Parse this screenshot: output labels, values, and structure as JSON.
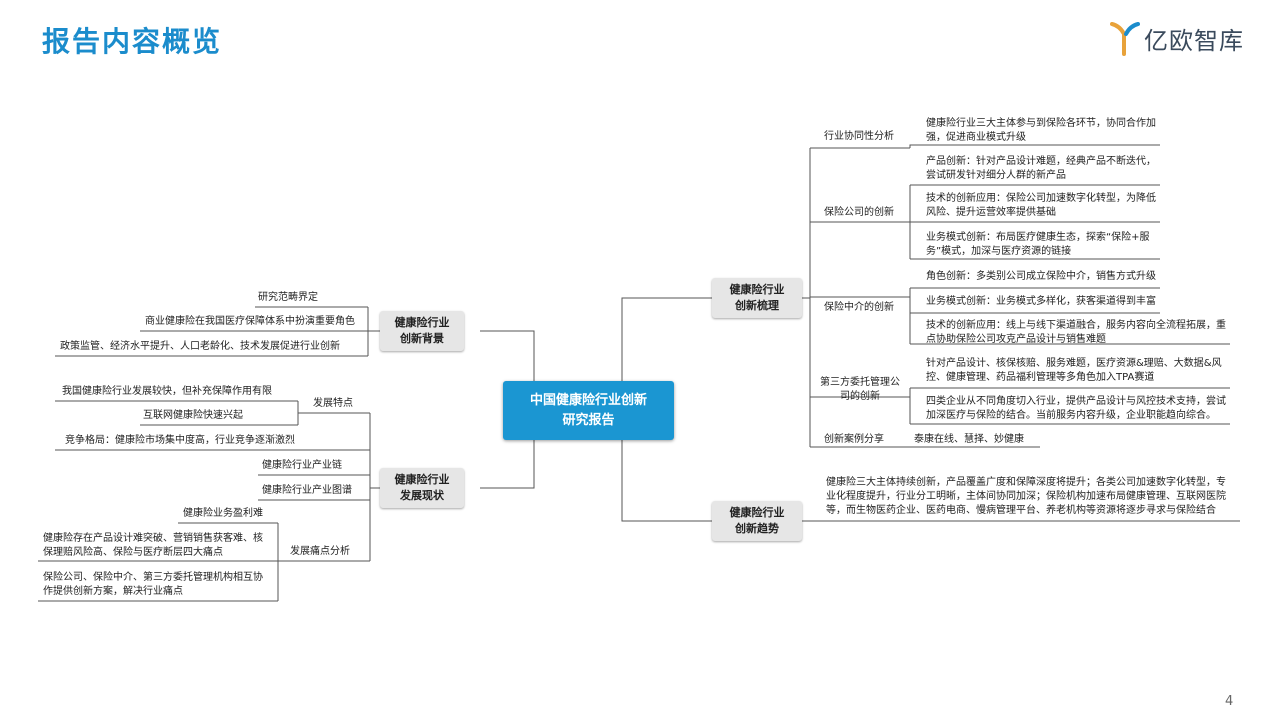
{
  "page": {
    "title": "报告内容概览",
    "logo_text": "亿欧智库",
    "page_number": "4"
  },
  "colors": {
    "title": "#1b8ccc",
    "root_node": "#1b96d2",
    "branch_node": "#e6e6e6"
  },
  "mindmap": {
    "root": "中国健康险行业创新研究报告",
    "left": {
      "background": {
        "label": "健康险行业创新背景",
        "items": [
          "研究范畴界定",
          "商业健康险在我国医疗保障体系中扮演重要角色",
          "政策监管、经济水平提升、人口老龄化、技术发展促进行业创新"
        ]
      },
      "status": {
        "label": "健康险行业发展现状",
        "features": {
          "label": "发展特点",
          "items": [
            "我国健康险行业发展较快，但补充保障作用有限",
            "互联网健康险快速兴起"
          ]
        },
        "competition": "竞争格局：健康险市场集中度高，行业竞争逐渐激烈",
        "chain": "健康险行业产业链",
        "map": "健康险行业产业图谱",
        "pain": {
          "label": "发展痛点分析",
          "items": [
            "健康险业务盈利难",
            "健康险存在产品设计难突破、营销销售获客难、核保理赔风险高、保险与医疗断层四大痛点",
            "保险公司、保险中介、第三方委托管理机构相互协作提供创新方案，解决行业痛点"
          ]
        }
      }
    },
    "right": {
      "innovation": {
        "label": "健康险行业创新梳理",
        "synergy": {
          "label": "行业协同性分析",
          "items": [
            "健康险行业三大主体参与到保险各环节，协同合作加强，促进商业模式升级"
          ]
        },
        "insurer": {
          "label": "保险公司的创新",
          "items": [
            "产品创新：针对产品设计难题，经典产品不断迭代，尝试研发针对细分人群的新产品",
            "技术的创新应用：保险公司加速数字化转型，为降低风险、提升运营效率提供基础",
            "业务模式创新：布局医疗健康生态，探索“保险+服务”模式，加深与医疗资源的链接"
          ]
        },
        "intermediary": {
          "label": "保险中介的创新",
          "items": [
            "角色创新：多类别公司成立保险中介，销售方式升级",
            "业务模式创新：业务模式多样化，获客渠道得到丰富",
            "技术的创新应用：线上与线下渠道融合，服务内容向全流程拓展，重点协助保险公司攻克产品设计与销售难题"
          ]
        },
        "tpa": {
          "label": "第三方委托管理公司的创新",
          "items": [
            "针对产品设计、核保核赔、服务难题，医疗资源&理赔、大数据&风控、健康管理、药品福利管理等多角色加入TPA赛道",
            "四类企业从不同角度切入行业，提供产品设计与风控技术支持，尝试加深医疗与保险的结合。当前服务内容升级，企业职能趋向综合。"
          ]
        },
        "cases": {
          "label": "创新案例分享",
          "items": [
            "泰康在线、慧择、妙健康"
          ]
        }
      },
      "trend": {
        "label": "健康险行业创新趋势",
        "items": [
          "健康险三大主体持续创新，产品覆盖广度和保障深度将提升；各类公司加速数字化转型，专业化程度提升，行业分工明晰，主体间协同加深；保险机构加速布局健康管理、互联网医院等，而生物医药企业、医药电商、慢病管理平台、养老机构等资源将逐步寻求与保险结合"
        ]
      }
    }
  }
}
